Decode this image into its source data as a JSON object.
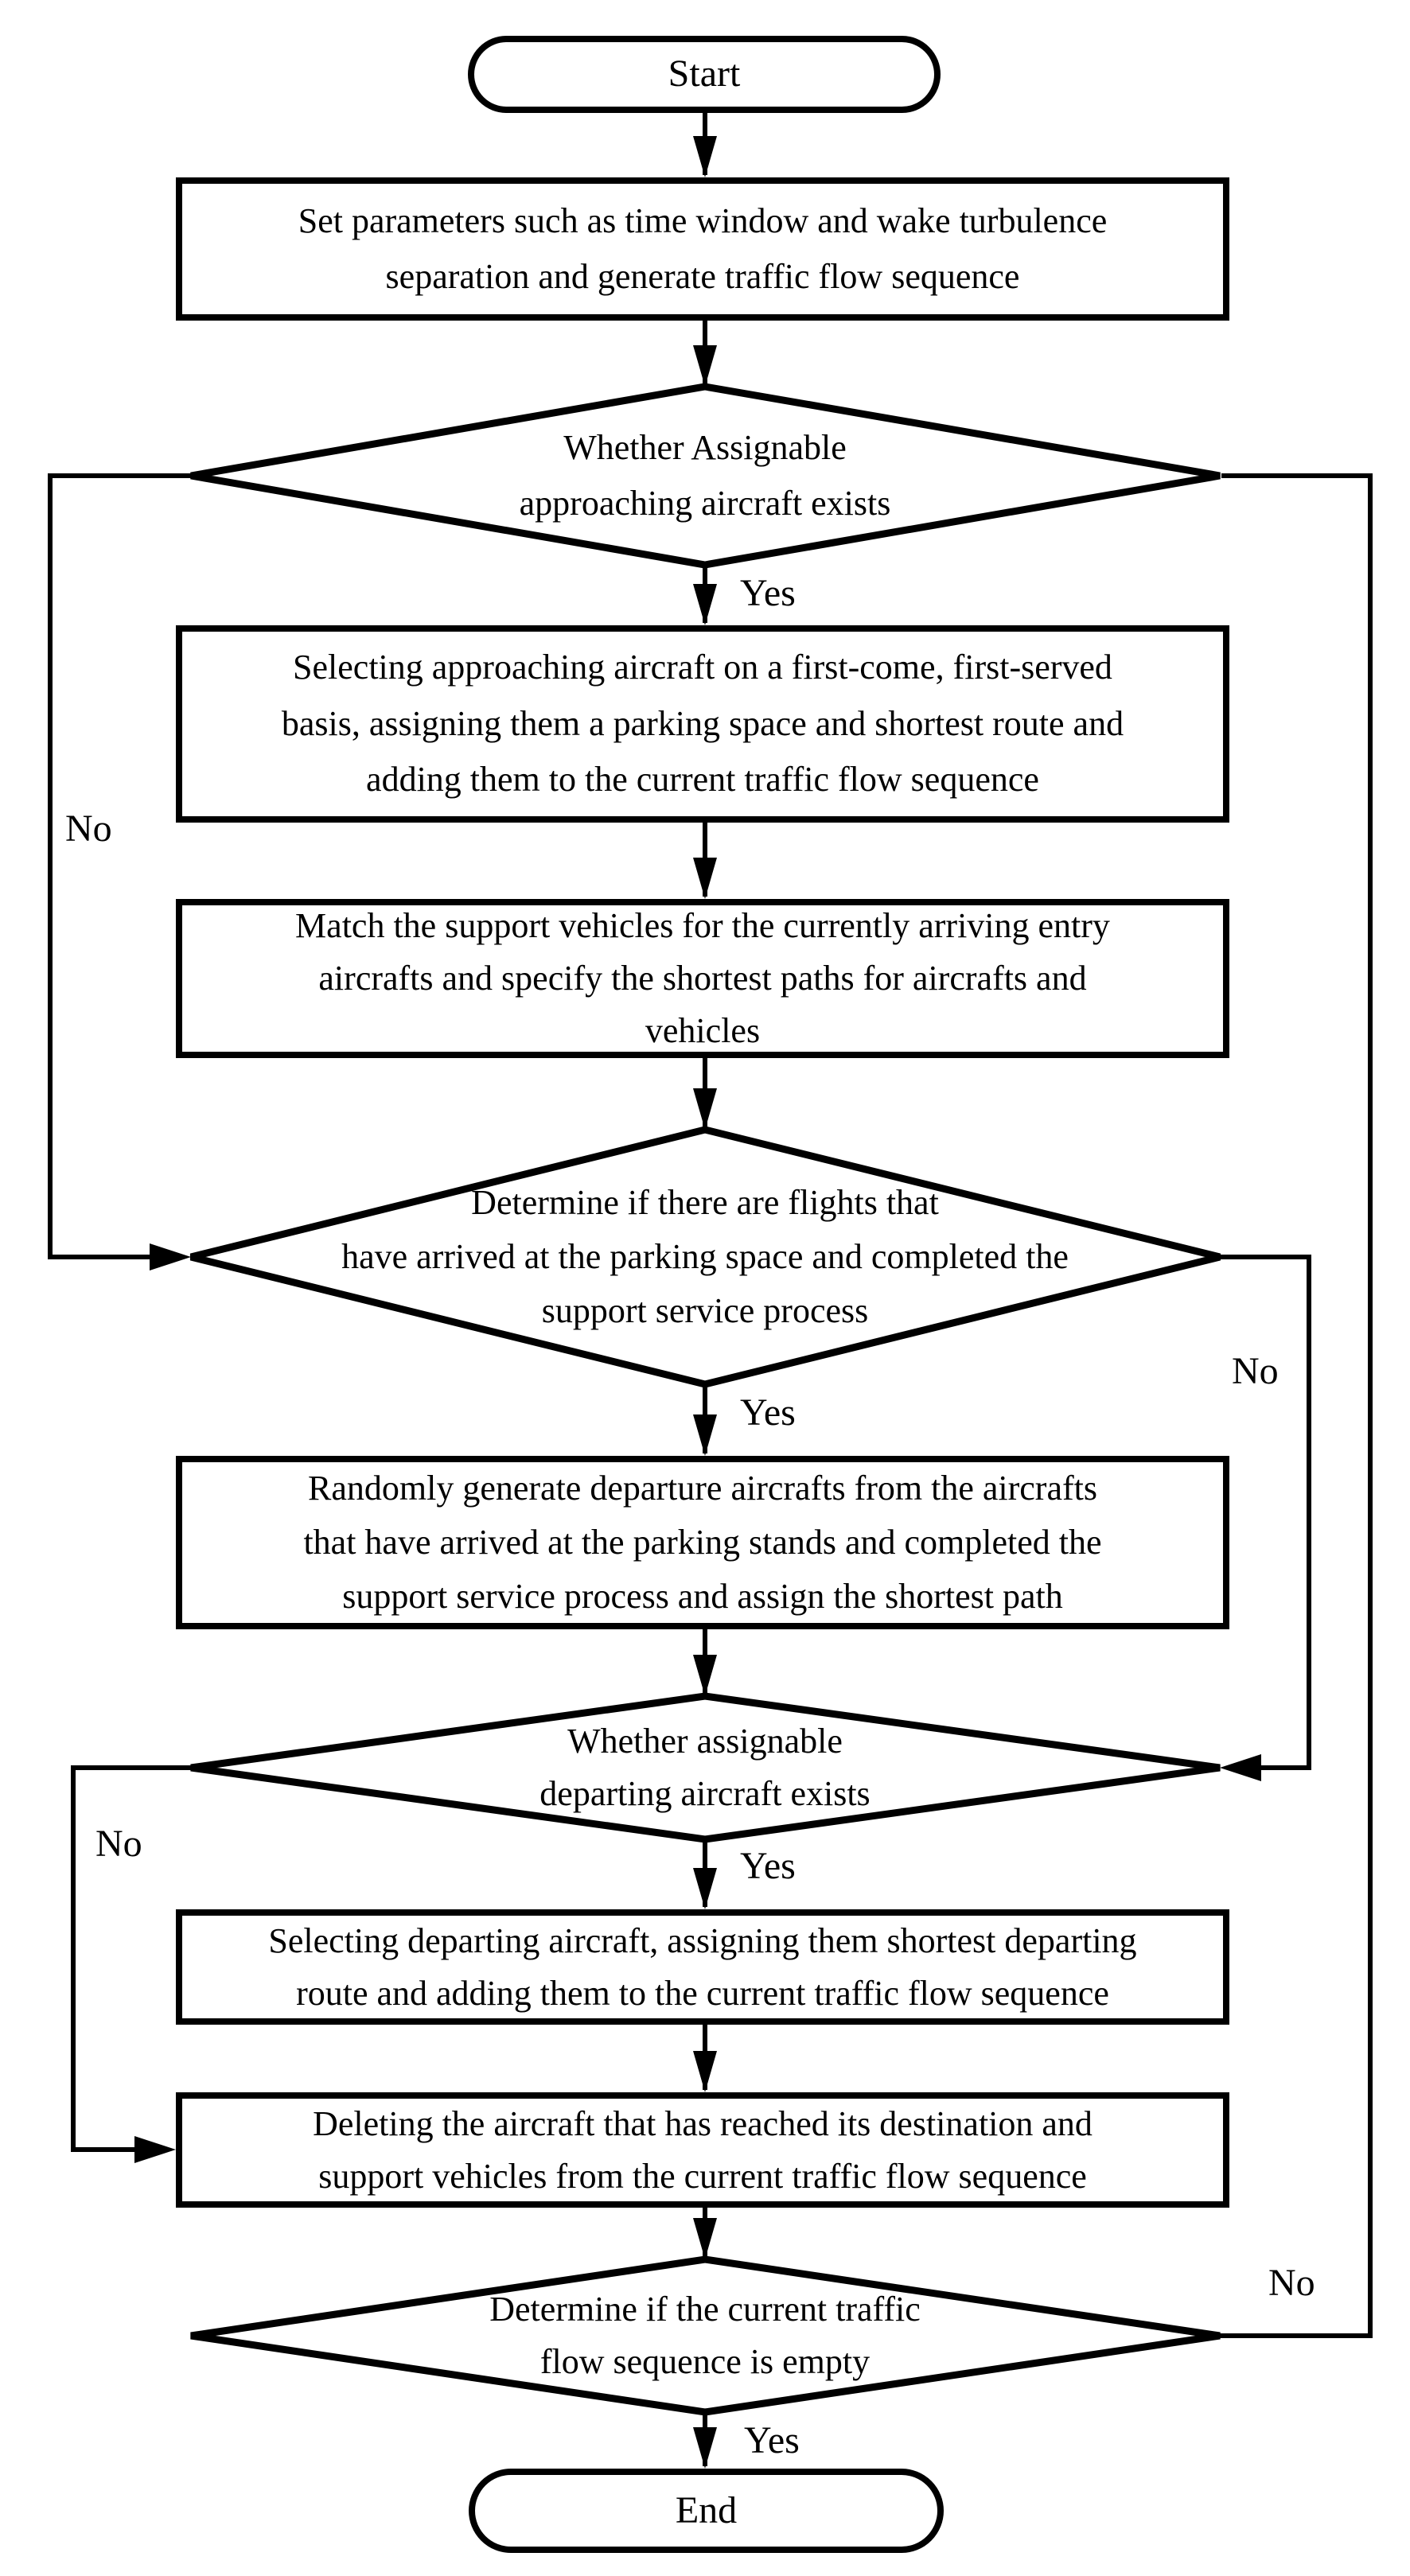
{
  "colors": {
    "ink": "#000000",
    "background": "#ffffff"
  },
  "flowchart": {
    "nodes": [
      {
        "id": "start",
        "type": "terminator",
        "label": "Start"
      },
      {
        "id": "set-parameters",
        "type": "process",
        "label": "Set parameters such as time window and wake turbulence\nseparation and generate traffic flow sequence"
      },
      {
        "id": "assignable-approaching",
        "type": "decision",
        "label": "Whether Assignable\napproaching aircraft exists"
      },
      {
        "id": "select-approaching",
        "type": "process",
        "label": "Selecting approaching aircraft on a first-come, first-served\nbasis, assigning them a parking space and shortest route and\nadding them to the current traffic flow sequence"
      },
      {
        "id": "match-support-vehicles",
        "type": "process",
        "label": "Match the support vehicles for the currently arriving entry\naircrafts and specify the shortest paths for aircrafts and\nvehicles"
      },
      {
        "id": "flights-completed-service",
        "type": "decision",
        "label": "Determine if there are flights that\nhave arrived at the parking space and completed the\nsupport service process"
      },
      {
        "id": "generate-departures",
        "type": "process",
        "label": "Randomly generate departure aircrafts from the aircrafts\nthat have arrived at the parking stands and completed the\nsupport service process and assign the shortest path"
      },
      {
        "id": "assignable-departing",
        "type": "decision",
        "label": "Whether assignable\ndeparting aircraft exists"
      },
      {
        "id": "select-departing",
        "type": "process",
        "label": "Selecting departing aircraft, assigning them shortest departing\nroute and adding them to the current traffic flow sequence"
      },
      {
        "id": "delete-arrived",
        "type": "process",
        "label": "Deleting  the aircraft that has reached its destination and\nsupport vehicles from the current traffic flow sequence"
      },
      {
        "id": "traffic-sequence-empty",
        "type": "decision",
        "label": "Determine if the current traffic\nflow sequence is empty"
      },
      {
        "id": "end",
        "type": "terminator",
        "label": "End"
      }
    ],
    "edges": [
      {
        "from": "start",
        "to": "set-parameters",
        "label": ""
      },
      {
        "from": "set-parameters",
        "to": "assignable-approaching",
        "label": ""
      },
      {
        "from": "assignable-approaching",
        "to": "select-approaching",
        "label": "Yes"
      },
      {
        "from": "select-approaching",
        "to": "match-support-vehicles",
        "label": ""
      },
      {
        "from": "match-support-vehicles",
        "to": "flights-completed-service",
        "label": ""
      },
      {
        "from": "flights-completed-service",
        "to": "generate-departures",
        "label": "Yes"
      },
      {
        "from": "generate-departures",
        "to": "assignable-departing",
        "label": ""
      },
      {
        "from": "assignable-departing",
        "to": "select-departing",
        "label": "Yes"
      },
      {
        "from": "select-departing",
        "to": "delete-arrived",
        "label": ""
      },
      {
        "from": "delete-arrived",
        "to": "traffic-sequence-empty",
        "label": ""
      },
      {
        "from": "traffic-sequence-empty",
        "to": "end",
        "label": "Yes"
      },
      {
        "from": "assignable-approaching",
        "to": "flights-completed-service",
        "label": "No"
      },
      {
        "from": "flights-completed-service",
        "to": "assignable-departing",
        "label": "No"
      },
      {
        "from": "assignable-departing",
        "to": "delete-arrived",
        "label": "No"
      },
      {
        "from": "traffic-sequence-empty",
        "to": "assignable-approaching",
        "label": "No"
      }
    ]
  }
}
